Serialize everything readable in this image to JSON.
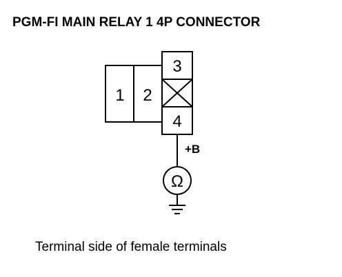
{
  "diagram": {
    "title": "PGM-FI MAIN RELAY 1 4P CONNECTOR",
    "caption": "Terminal side of female terminals",
    "supply_label": "+B",
    "meter_symbol": "Ω",
    "terminals": [
      {
        "label": "1"
      },
      {
        "label": "2"
      },
      {
        "label": "3"
      },
      {
        "label": "4"
      }
    ]
  }
}
